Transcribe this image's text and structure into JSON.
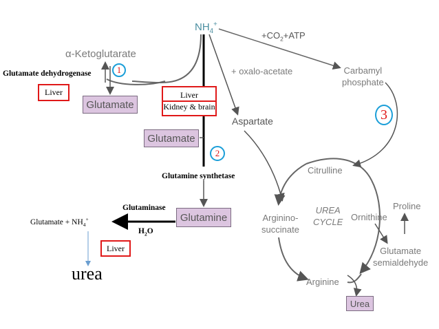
{
  "nh4": "NH",
  "nh4_sub": "4",
  "nh4_sup": "+",
  "co2_atp": "+CO",
  "co2_sub": "2",
  "co2_atp_tail": "+ATP",
  "oxaloacetate": "+ oxalo-acetate",
  "carbamyl_line1": "Carbamyl",
  "carbamyl_line2": "phosphate",
  "alpha_kg": "α-Ketoglutarate",
  "gdh": "Glutamate dehydrogenase",
  "liver1": "Liver",
  "glutamate_top": "Glutamate",
  "liver2": "Liver",
  "kidney_brain": "Kidney & brain",
  "aspartate": "Aspartate",
  "glutamate_mid": "Glutamate",
  "glutamine_synthetase": "Glutamine synthetase",
  "glutaminase": "Glutaminase",
  "glutamine": "Glutamine",
  "glutamate_nh4": "Glutamate + NH",
  "gn_sub": "4",
  "gn_sup": "+",
  "h2o": "H",
  "h2o_sub": "2",
  "h2o_tail": "O",
  "liver3": "Liver",
  "urea_big": "urea",
  "citrulline": "Citrulline",
  "arginino1": "Arginino-",
  "arginino2": "succinate",
  "urea_cycle1": "UREA",
  "urea_cycle2": "CYCLE",
  "ornithine": "Ornithine",
  "proline": "Proline",
  "glut_semi1": "Glutamate",
  "glut_semi2": "semialdehyde",
  "arginine": "Arginine",
  "urea_box": "Urea",
  "circle_1": "1",
  "circle_2": "2",
  "circle_3": "3",
  "colors": {
    "pink": "#dcc5e0",
    "red": "#e01818",
    "blue_circle": "#1a9ed8",
    "gray_text": "#7a7a7a"
  }
}
